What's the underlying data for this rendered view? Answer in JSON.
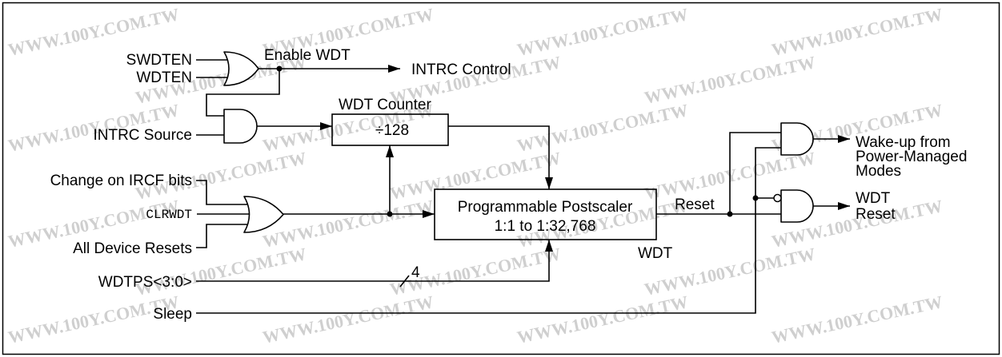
{
  "figure": {
    "inputs": {
      "swdten": "SWDTEN",
      "wdten": "WDTEN",
      "intrc_source": "INTRC Source",
      "change_on_ircf": "Change on IRCF bits",
      "clrwdt": "CLRWDT",
      "all_device_resets": "All Device Resets",
      "wdtps": "WDTPS<3:0>",
      "sleep": "Sleep"
    },
    "signals": {
      "enable_wdt": "Enable WDT",
      "intrc_control": "INTRC Control",
      "reset": "Reset",
      "wdtps_bus_width": "4"
    },
    "blocks": {
      "counter_title": "WDT Counter",
      "counter_divider": "÷128",
      "postscaler_line1": "Programmable Postscaler",
      "postscaler_line2": "1:1 to 1:32,768",
      "module_label": "WDT"
    },
    "outputs": {
      "wakeup": [
        "Wake-up from",
        "Power-Managed",
        "Modes"
      ],
      "wdt_reset": [
        "WDT",
        "Reset"
      ]
    }
  },
  "watermark": {
    "text": "WWW.100Y.COM.TW",
    "color": "#cfcfcf"
  },
  "colors": {
    "line": "#000000",
    "text": "#000000",
    "background": "#ffffff"
  }
}
